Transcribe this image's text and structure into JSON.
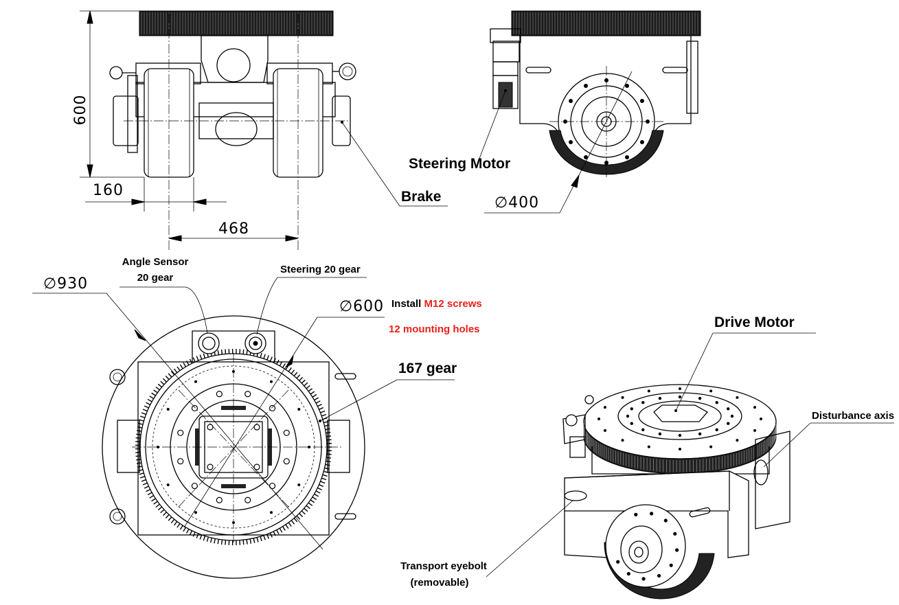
{
  "dimensions": {
    "height": "600",
    "width_wheel": "160",
    "width_total": "468",
    "diameter_wheel": "400",
    "diameter_outer": "930",
    "diameter_bolt_circle": "600",
    "diameter_symbol": "∅"
  },
  "labels": {
    "steering_motor": "Steering Motor",
    "brake": "Brake",
    "angle_sensor_line1": "Angle Sensor",
    "angle_sensor_line2": "20 gear",
    "steering_gear": "Steering 20 gear",
    "install_prefix": "Install ",
    "install_highlight": "M12 screws",
    "mounting_holes": "12 mounting holes",
    "gear_167": "167 gear",
    "drive_motor": "Drive Motor",
    "disturbance_axis": "Disturbance axis",
    "transport_eyebolt_line1": "Transport eyebolt",
    "transport_eyebolt_line2": "(removable)"
  },
  "colors": {
    "highlight": "#e8201a",
    "ink": "#000000"
  }
}
